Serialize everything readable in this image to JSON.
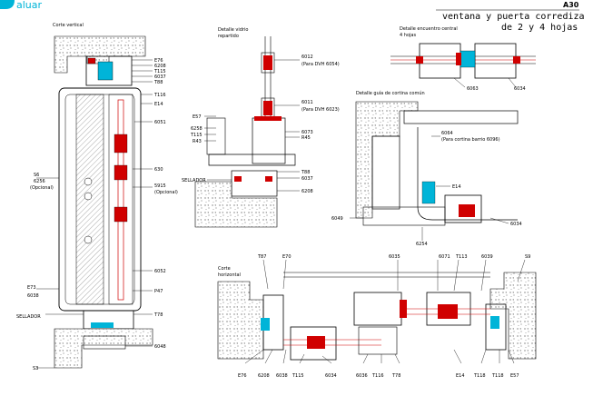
{
  "brand": {
    "logo_text": "aluar",
    "accent": "#00b4d8"
  },
  "sheet": {
    "code": "A30",
    "title_line1": "ventana y puerta corrediza",
    "title_line2": "de 2 y 4 hojas"
  },
  "sections": {
    "vertical": "Corte vertical",
    "glass_line1": "Detalle vidrio",
    "glass_line2": "repartido",
    "center_line1": "Detalle encuentro central",
    "center_line2": "4 hojas",
    "curtain": "Detalle guía de cortina común",
    "horizontal_line1": "Corte",
    "horizontal_line2": "horizontal"
  },
  "labels": {
    "v_e76": "E76",
    "v_6208": "6208",
    "v_t115": "T115",
    "v_6037": "6037",
    "v_t88": "T88",
    "v_t116": "T116",
    "v_e14": "E14",
    "v_6051": "6051",
    "v_s6": "S6",
    "v_6256": "6256",
    "v_opcional_l": "(Opcional)",
    "v_630": "630",
    "v_5915": "5915",
    "v_opcional_r": "(Opcional)",
    "v_6052": "6052",
    "v_e73": "E73",
    "v_6038": "6038",
    "v_p47": "P47",
    "v_sellador": "SELLADOR",
    "v_t78": "T78",
    "v_6048": "6048",
    "v_s3": "S3",
    "g_6012": "6012",
    "g_6012n": "(Para DVH 6054)",
    "g_6011": "6011",
    "g_6011n": "(Para DVH 6023)",
    "g_e57": "E57",
    "g_6258": "6258",
    "g_t115": "T115",
    "g_r43": "R43",
    "g_6073": "6073",
    "g_r45": "R45",
    "g_t88": "T88",
    "g_sellador": "SELLADOR",
    "g_6037": "6037",
    "g_6208": "6208",
    "c_6063": "6063",
    "c_6034": "6034",
    "k_6064": "6064",
    "k_6064n": "(Para cortina barrio 6096)",
    "k_e14": "E14",
    "k_6049": "6049",
    "k_6254": "6254",
    "k_6034": "6034",
    "h_t87": "T87",
    "h_e70": "E70",
    "h_6035": "6035",
    "h_6071": "6071",
    "h_t113": "T113",
    "h_6039": "6039",
    "h_s9": "S9",
    "h_e76": "E76",
    "h_6208": "6208",
    "h_6038": "6038",
    "h_t115": "T115",
    "h_6034": "6034",
    "h_6036": "6036",
    "h_t116": "T116",
    "h_t78": "T78",
    "h_e14": "E14",
    "h_t118": "T118",
    "h_e57": "E57"
  }
}
